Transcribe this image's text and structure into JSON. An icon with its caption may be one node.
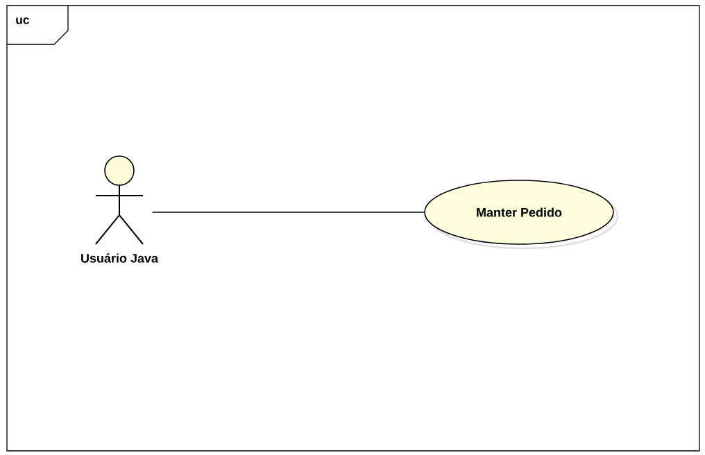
{
  "diagram": {
    "nodes": [
      {
        "text": [
          "uc"
        ]
      },
      {
        "text": [
          "Usuário Java"
        ],
        "in": 0
      },
      {
        "text": [
          "Manter Pedido"
        ],
        "in": 0
      }
    ],
    "edges": [
      {
        "from": 1,
        "to": 2,
        "arrow": "none"
      }
    ]
  }
}
